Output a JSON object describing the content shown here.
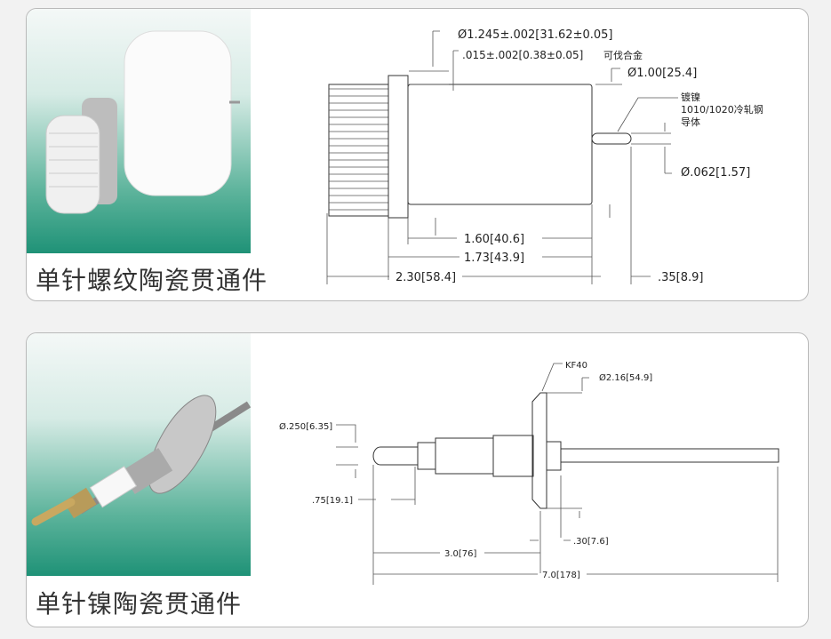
{
  "products": [
    {
      "title": "单针螺纹陶瓷贯通件",
      "dims": {
        "outer_dia": "Ø1.245±.002[31.62±0.05]",
        "flange": ".015±.002[0.38±0.05]",
        "flange_material": "可伐合金",
        "body_dia": "Ø1.00[25.4]",
        "conductor_line1": "镀镍",
        "conductor_line2": "1010/1020冷轧钢",
        "conductor_line3": "导体",
        "pin_dia": "Ø.062[1.57]",
        "len_160": "1.60[40.6]",
        "len_173": "1.73[43.9]",
        "len_230": "2.30[58.4]",
        "len_035": ".35[8.9]"
      }
    },
    {
      "title": "单针镍陶瓷贯通件",
      "dims": {
        "flange_type": "KF40",
        "flange_dia": "Ø2.16[54.9]",
        "pin_dia": "Ø.250[6.35]",
        "len_075": ".75[19.1]",
        "len_030": ".30[7.6]",
        "len_30": "3.0[76]",
        "len_70": "7.0[178]"
      }
    }
  ]
}
